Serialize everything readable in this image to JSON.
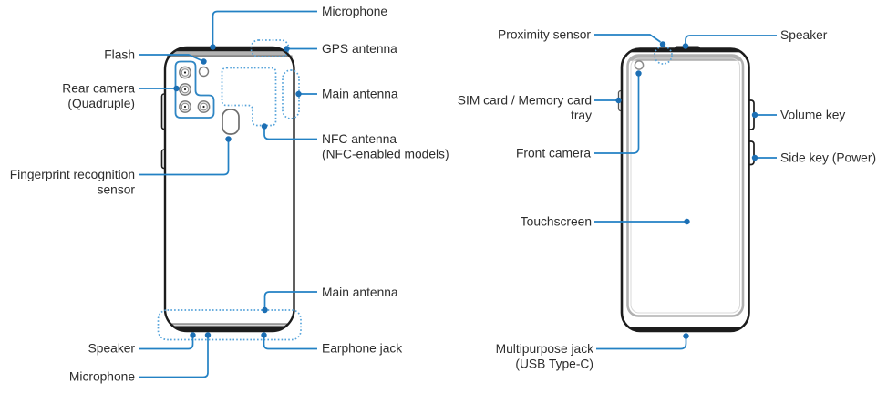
{
  "diagram_title": "Device layout diagram (back view and front view)",
  "colors": {
    "background": "#ffffff",
    "leader_line_blue": "#2381c4",
    "leader_dot_blue": "#1c6fb4",
    "dotted_region_blue": "#55a3da",
    "device_outline": "#1c1c1c",
    "bezel_gray": "#b3b3b3",
    "label_text": "#2d2d2d"
  },
  "back_view": {
    "labels": {
      "microphone_top": "Microphone",
      "gps_antenna": "GPS antenna",
      "flash": "Flash",
      "rear_camera_line1": "Rear camera",
      "rear_camera_line2": "(Quadruple)",
      "main_antenna_right": "Main antenna",
      "nfc_antenna_line1": "NFC antenna",
      "nfc_antenna_line2": "(NFC-enabled models)",
      "fingerprint_line1": "Fingerprint recognition",
      "fingerprint_line2": "sensor",
      "main_antenna_bottom": "Main antenna",
      "speaker_bottom": "Speaker",
      "microphone_bottom": "Microphone",
      "earphone_jack": "Earphone jack"
    }
  },
  "front_view": {
    "labels": {
      "proximity_sensor": "Proximity sensor",
      "speaker_top": "Speaker",
      "sim_tray_line1": "SIM card / Memory card",
      "sim_tray_line2": "tray",
      "volume_key": "Volume key",
      "front_camera": "Front camera",
      "side_key": "Side key (Power)",
      "touchscreen": "Touchscreen",
      "multipurpose_jack_line1": "Multipurpose jack",
      "multipurpose_jack_line2": "(USB Type-C)"
    }
  }
}
